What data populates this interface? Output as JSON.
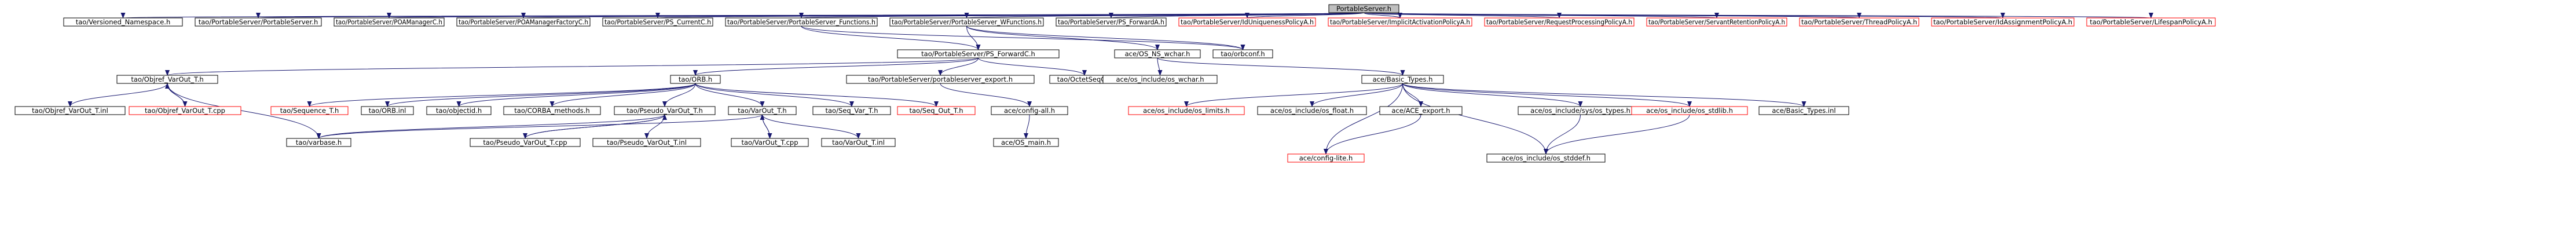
{
  "diagram": {
    "nodes": [
      {
        "id": "root",
        "label": "PortableServer.h",
        "style": "root"
      },
      {
        "id": "vns",
        "label": "tao/Versioned_Namespace.h",
        "style": "normal"
      },
      {
        "id": "ps_ps",
        "label": "tao/PortableServer/PortableServer.h",
        "style": "normal"
      },
      {
        "id": "poam",
        "label": "tao/PortableServer/POAManagerC.h",
        "style": "normal"
      },
      {
        "id": "poamf",
        "label": "tao/PortableServer/POAManagerFactoryC.h",
        "style": "normal"
      },
      {
        "id": "pscur",
        "label": "tao/PortableServer/PS_CurrentC.h",
        "style": "normal"
      },
      {
        "id": "psfun",
        "label": "tao/PortableServer/PortableServer_Functions.h",
        "style": "normal"
      },
      {
        "id": "pswfun",
        "label": "tao/PortableServer/PortableServer_WFunctions.h",
        "style": "normal"
      },
      {
        "id": "psfwdh",
        "label": "tao/PortableServer/PS_ForwardA.h",
        "style": "normal"
      },
      {
        "id": "iduniq",
        "label": "tao/PortableServer/IdUniquenessPolicyA.h",
        "style": "missing"
      },
      {
        "id": "implact",
        "label": "tao/PortableServer/ImplicitActivationPolicyA.h",
        "style": "missing"
      },
      {
        "id": "reqproc",
        "label": "tao/PortableServer/RequestProcessingPolicyA.h",
        "style": "missing"
      },
      {
        "id": "servret",
        "label": "tao/PortableServer/ServantRetentionPolicyA.h",
        "style": "missing"
      },
      {
        "id": "thread",
        "label": "tao/PortableServer/ThreadPolicyA.h",
        "style": "missing"
      },
      {
        "id": "idassign",
        "label": "tao/PortableServer/IdAssignmentPolicyA.h",
        "style": "missing"
      },
      {
        "id": "lifespan",
        "label": "tao/PortableServer/LifespanPolicyA.h",
        "style": "missing"
      },
      {
        "id": "psfwdc",
        "label": "tao/PortableServer/PS_ForwardC.h",
        "style": "normal"
      },
      {
        "id": "osns",
        "label": "ace/OS_NS_wchar.h",
        "style": "normal"
      },
      {
        "id": "orbconf",
        "label": "tao/orbconf.h",
        "style": "normal"
      },
      {
        "id": "objvar",
        "label": "tao/Objref_VarOut_T.h",
        "style": "normal"
      },
      {
        "id": "orb",
        "label": "tao/ORB.h",
        "style": "normal"
      },
      {
        "id": "psexp",
        "label": "tao/PortableServer/portableserver_export.h",
        "style": "normal"
      },
      {
        "id": "octet",
        "label": "tao/OctetSeqC.h",
        "style": "normal"
      },
      {
        "id": "oswchar",
        "label": "ace/os_include/os_wchar.h",
        "style": "normal"
      },
      {
        "id": "basic",
        "label": "ace/Basic_Types.h",
        "style": "normal"
      },
      {
        "id": "objvar_inl",
        "label": "tao/Objref_VarOut_T.inl",
        "style": "normal"
      },
      {
        "id": "objvar_cpp",
        "label": "tao/Objref_VarOut_T.cpp",
        "style": "missing"
      },
      {
        "id": "seq",
        "label": "tao/Sequence_T.h",
        "style": "missing"
      },
      {
        "id": "orbinl",
        "label": "tao/ORB.inl",
        "style": "normal"
      },
      {
        "id": "objectid",
        "label": "tao/objectid.h",
        "style": "normal"
      },
      {
        "id": "corbam",
        "label": "tao/CORBA_methods.h",
        "style": "normal"
      },
      {
        "id": "pseudo",
        "label": "tao/Pseudo_VarOut_T.h",
        "style": "normal"
      },
      {
        "id": "varout",
        "label": "tao/VarOut_T.h",
        "style": "normal"
      },
      {
        "id": "seqvar",
        "label": "tao/Seq_Var_T.h",
        "style": "normal"
      },
      {
        "id": "seqout",
        "label": "tao/Seq_Out_T.h",
        "style": "missing"
      },
      {
        "id": "cfgall",
        "label": "ace/config-all.h",
        "style": "normal"
      },
      {
        "id": "oslimits",
        "label": "ace/os_include/os_limits.h",
        "style": "missing"
      },
      {
        "id": "osfloat",
        "label": "ace/os_include/os_float.h",
        "style": "normal"
      },
      {
        "id": "aceexp",
        "label": "ace/ACE_export.h",
        "style": "normal"
      },
      {
        "id": "ostypes",
        "label": "ace/os_include/sys/os_types.h",
        "style": "normal"
      },
      {
        "id": "osstdlib",
        "label": "ace/os_include/os_stdlib.h",
        "style": "missing"
      },
      {
        "id": "basicinl",
        "label": "ace/Basic_Types.inl",
        "style": "normal"
      },
      {
        "id": "varbase",
        "label": "tao/varbase.h",
        "style": "normal"
      },
      {
        "id": "pseudo_cpp",
        "label": "tao/Pseudo_VarOut_T.cpp",
        "style": "normal"
      },
      {
        "id": "pseudo_inl",
        "label": "tao/Pseudo_VarOut_T.inl",
        "style": "normal"
      },
      {
        "id": "varout_cpp",
        "label": "tao/VarOut_T.cpp",
        "style": "normal"
      },
      {
        "id": "varout_inl",
        "label": "tao/VarOut_T.inl",
        "style": "normal"
      },
      {
        "id": "osmain",
        "label": "ace/OS_main.h",
        "style": "normal"
      },
      {
        "id": "cfglite",
        "label": "ace/config-lite.h",
        "style": "missing"
      },
      {
        "id": "osstddef",
        "label": "ace/os_include/os_stddef.h",
        "style": "normal"
      }
    ],
    "edges": [
      [
        "root",
        "vns"
      ],
      [
        "root",
        "ps_ps"
      ],
      [
        "root",
        "poam"
      ],
      [
        "root",
        "poamf"
      ],
      [
        "root",
        "pscur"
      ],
      [
        "root",
        "psfun"
      ],
      [
        "root",
        "pswfun"
      ],
      [
        "root",
        "psfwdh"
      ],
      [
        "root",
        "iduniq"
      ],
      [
        "root",
        "implact"
      ],
      [
        "root",
        "reqproc"
      ],
      [
        "root",
        "servret"
      ],
      [
        "root",
        "thread"
      ],
      [
        "root",
        "idassign"
      ],
      [
        "root",
        "lifespan"
      ],
      [
        "psfun",
        "psfwdc"
      ],
      [
        "psfun",
        "orbconf"
      ],
      [
        "pswfun",
        "psfwdc"
      ],
      [
        "pswfun",
        "osns"
      ],
      [
        "pswfun",
        "orbconf"
      ],
      [
        "psfwdc",
        "objvar"
      ],
      [
        "psfwdc",
        "orb"
      ],
      [
        "psfwdc",
        "psexp"
      ],
      [
        "psfwdc",
        "octet"
      ],
      [
        "osns",
        "oswchar"
      ],
      [
        "osns",
        "basic"
      ],
      [
        "objvar",
        "objvar_inl"
      ],
      [
        "objvar",
        "objvar_cpp"
      ],
      [
        "objvar",
        "varbase"
      ],
      [
        "objvar_cpp",
        "objvar"
      ],
      [
        "orb",
        "seq"
      ],
      [
        "orb",
        "orbinl"
      ],
      [
        "orb",
        "objectid"
      ],
      [
        "orb",
        "corbam"
      ],
      [
        "orb",
        "pseudo"
      ],
      [
        "orb",
        "varout"
      ],
      [
        "orb",
        "seqvar"
      ],
      [
        "orb",
        "seqout"
      ],
      [
        "psexp",
        "cfgall"
      ],
      [
        "cfgall",
        "osmain"
      ],
      [
        "pseudo",
        "varbase"
      ],
      [
        "pseudo",
        "pseudo_cpp"
      ],
      [
        "pseudo",
        "pseudo_inl"
      ],
      [
        "pseudo_cpp",
        "pseudo"
      ],
      [
        "varout",
        "varbase"
      ],
      [
        "varout",
        "varout_cpp"
      ],
      [
        "varout",
        "varout_inl"
      ],
      [
        "varout_cpp",
        "varout"
      ],
      [
        "basic",
        "oslimits"
      ],
      [
        "basic",
        "osfloat"
      ],
      [
        "basic",
        "aceexp"
      ],
      [
        "basic",
        "ostypes"
      ],
      [
        "basic",
        "osstdlib"
      ],
      [
        "basic",
        "basicinl"
      ],
      [
        "basic",
        "cfglite"
      ],
      [
        "basic",
        "osstddef"
      ],
      [
        "aceexp",
        "cfglite"
      ],
      [
        "ostypes",
        "osstddef"
      ],
      [
        "osstdlib",
        "osstddef"
      ]
    ]
  },
  "colors": {
    "edge": "#191970",
    "box_border_normal": "#000000",
    "box_border_missing": "#ff0000",
    "root_fill": "#bfbfbf",
    "box_fill": "#ffffff",
    "text": "#000000"
  }
}
